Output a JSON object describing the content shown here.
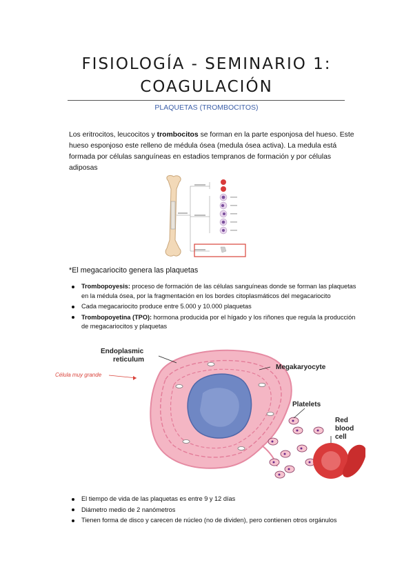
{
  "header": {
    "title_line1": "FISIOLOGÍA - SEMINARIO 1:",
    "title_line2": "COAGULACIÓN",
    "subtitle": "PLAQUETAS (TROMBOCITOS)"
  },
  "intro": {
    "part1": "Los eritrocitos, leucocitos y ",
    "bold_term": "trombocitos",
    "part2": " se forman en la parte esponjosa del hueso. Este hueso esponjoso este relleno de médula ósea (medula ósea activa). La medula está formada por células sanguíneas en estadios tempranos de formación y por células adiposas"
  },
  "note": "*El megacariocito genera las plaquetas",
  "bullets1": [
    {
      "bold": "Trombopoyesis:",
      "text": " proceso de formación de las células sanguíneas donde se forman las plaquetas en la médula ósea, por la fragmentación en los bordes citoplasmáticos del megacariocito"
    },
    {
      "bold": "",
      "text": "Cada megacariocito produce entre 5.000 y 10.000 plaquetas"
    },
    {
      "bold": "Trombopoyetina (TPO):",
      "text": " hormona producida por el hígado y los riñones que regula la producción de megacariocitos y plaquetas"
    }
  ],
  "figure_megakaryocyte": {
    "label_er_line1": "Endoplasmic",
    "label_er_line2": "reticulum",
    "label_mk": "Megakaryocyte",
    "label_platelets": "Platelets",
    "label_rbc_line1": "Red",
    "label_rbc_line2": "blood",
    "label_rbc_line3": "cell",
    "handwritten": "Célula muy grande"
  },
  "bullets2": [
    "El tiempo de vida de las plaquetas es entre 9 y 12 días",
    "Diámetro medio de 2 nanómetros",
    "Tienen forma de disco y carecen de núcleo (no de dividen), pero contienen otros orgánulos"
  ],
  "colors": {
    "subtitle": "#3c5fa8",
    "cell_pink": "#f4b6c4",
    "nucleus_blue": "#6f87c4",
    "rbc_red": "#d93a3a",
    "annotation_red": "#d9423a"
  }
}
